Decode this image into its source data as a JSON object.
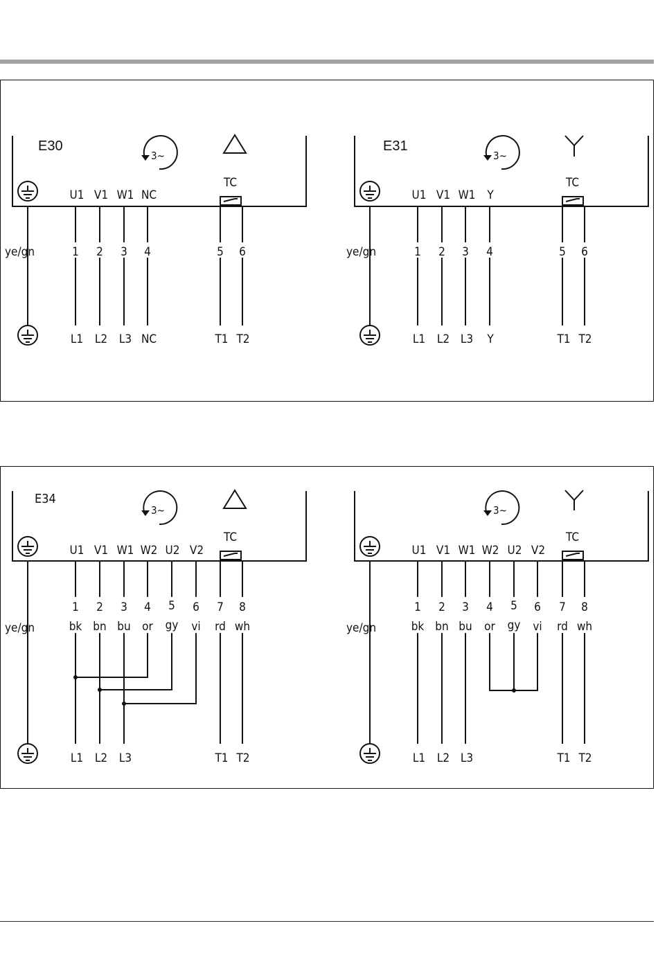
{
  "page": {
    "colors": {
      "rule": "#a3a3a3",
      "ink": "#111111",
      "background": "#ffffff"
    }
  },
  "diagrams": [
    {
      "name": "E30",
      "phase_label": "3~",
      "connection_symbol": "delta-icon",
      "thermal_contact_label": "TC",
      "earth_label": "ye/gn",
      "terminals": [
        {
          "top": "U1",
          "number": "1",
          "bottom": "L1"
        },
        {
          "top": "V1",
          "number": "2",
          "bottom": "L2"
        },
        {
          "top": "W1",
          "number": "3",
          "bottom": "L3"
        },
        {
          "top": "NC",
          "number": "4",
          "bottom": "NC"
        },
        {
          "top": "",
          "number": "5",
          "bottom": "T1"
        },
        {
          "top": "",
          "number": "6",
          "bottom": "T2"
        }
      ]
    },
    {
      "name": "E31",
      "phase_label": "3~",
      "connection_symbol": "star-icon",
      "thermal_contact_label": "TC",
      "earth_label": "ye/gn",
      "terminals": [
        {
          "top": "U1",
          "number": "1",
          "bottom": "L1"
        },
        {
          "top": "V1",
          "number": "2",
          "bottom": "L2"
        },
        {
          "top": "W1",
          "number": "3",
          "bottom": "L3"
        },
        {
          "top": "Y",
          "number": "4",
          "bottom": "Y"
        },
        {
          "top": "",
          "number": "5",
          "bottom": "T1"
        },
        {
          "top": "",
          "number": "6",
          "bottom": "T2"
        }
      ]
    },
    {
      "name": "E34",
      "phase_label": "3~",
      "connection_symbol": "delta-icon",
      "thermal_contact_label": "TC",
      "earth_label": "ye/gn",
      "terminals": [
        {
          "top": "U1",
          "number": "1",
          "color": "bk",
          "bottom": "L1"
        },
        {
          "top": "V1",
          "number": "2",
          "color": "bn",
          "bottom": "L2"
        },
        {
          "top": "W1",
          "number": "3",
          "color": "bu",
          "bottom": "L3"
        },
        {
          "top": "W2",
          "number": "4",
          "color": "or",
          "bottom": ""
        },
        {
          "top": "U2",
          "number": "5",
          "color": "gy",
          "bottom": ""
        },
        {
          "top": "V2",
          "number": "6",
          "color": "vi",
          "bottom": ""
        },
        {
          "top": "",
          "number": "7",
          "color": "rd",
          "bottom": "T1"
        },
        {
          "top": "",
          "number": "8",
          "color": "wh",
          "bottom": "T2"
        }
      ]
    },
    {
      "name": "",
      "phase_label": "3~",
      "connection_symbol": "star-icon",
      "thermal_contact_label": "TC",
      "earth_label": "ye/gn",
      "terminals": [
        {
          "top": "U1",
          "number": "1",
          "color": "bk",
          "bottom": "L1"
        },
        {
          "top": "V1",
          "number": "2",
          "color": "bn",
          "bottom": "L2"
        },
        {
          "top": "W1",
          "number": "3",
          "color": "bu",
          "bottom": "L3"
        },
        {
          "top": "W2",
          "number": "4",
          "color": "or",
          "bottom": ""
        },
        {
          "top": "U2",
          "number": "5",
          "color": "gy",
          "bottom": ""
        },
        {
          "top": "V2",
          "number": "6",
          "color": "vi",
          "bottom": ""
        },
        {
          "top": "",
          "number": "7",
          "color": "rd",
          "bottom": "T1"
        },
        {
          "top": "",
          "number": "8",
          "color": "wh",
          "bottom": "T2"
        }
      ]
    }
  ]
}
